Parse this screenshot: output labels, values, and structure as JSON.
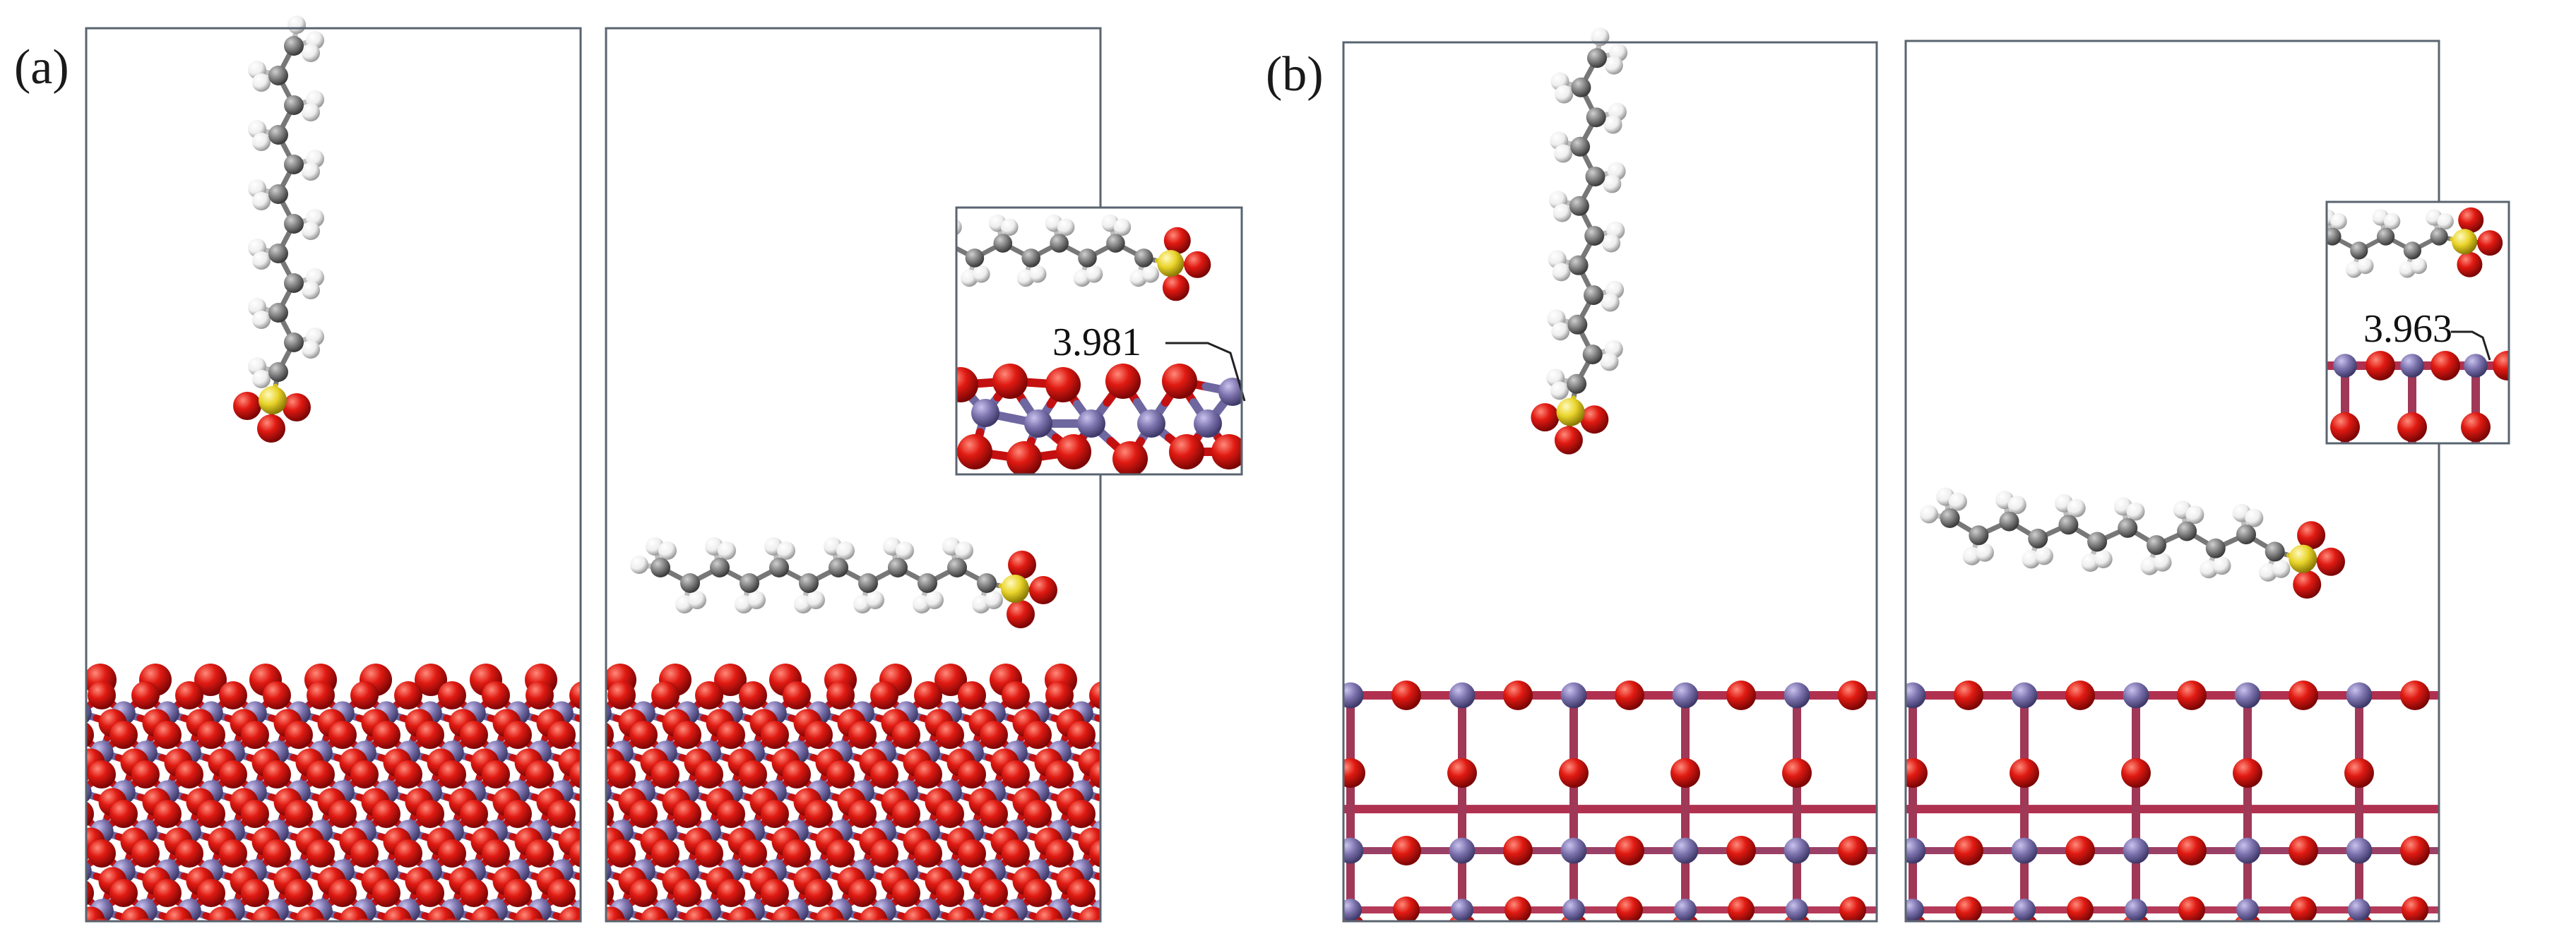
{
  "panels": [
    {
      "label": "(a)",
      "bond_distance": "3.981",
      "surface": "dense"
    },
    {
      "label": "(b)",
      "bond_distance": "3.963",
      "surface": "cubic"
    }
  ],
  "atom_types": [
    {
      "element": "O",
      "color": "#d01414"
    },
    {
      "element": "Metal",
      "color": "#7a72a8"
    },
    {
      "element": "S",
      "color": "#e6d42a"
    },
    {
      "element": "C",
      "color": "#808080"
    },
    {
      "element": "H",
      "color": "#f2f2f2"
    }
  ],
  "frame_color": "#5a6470"
}
